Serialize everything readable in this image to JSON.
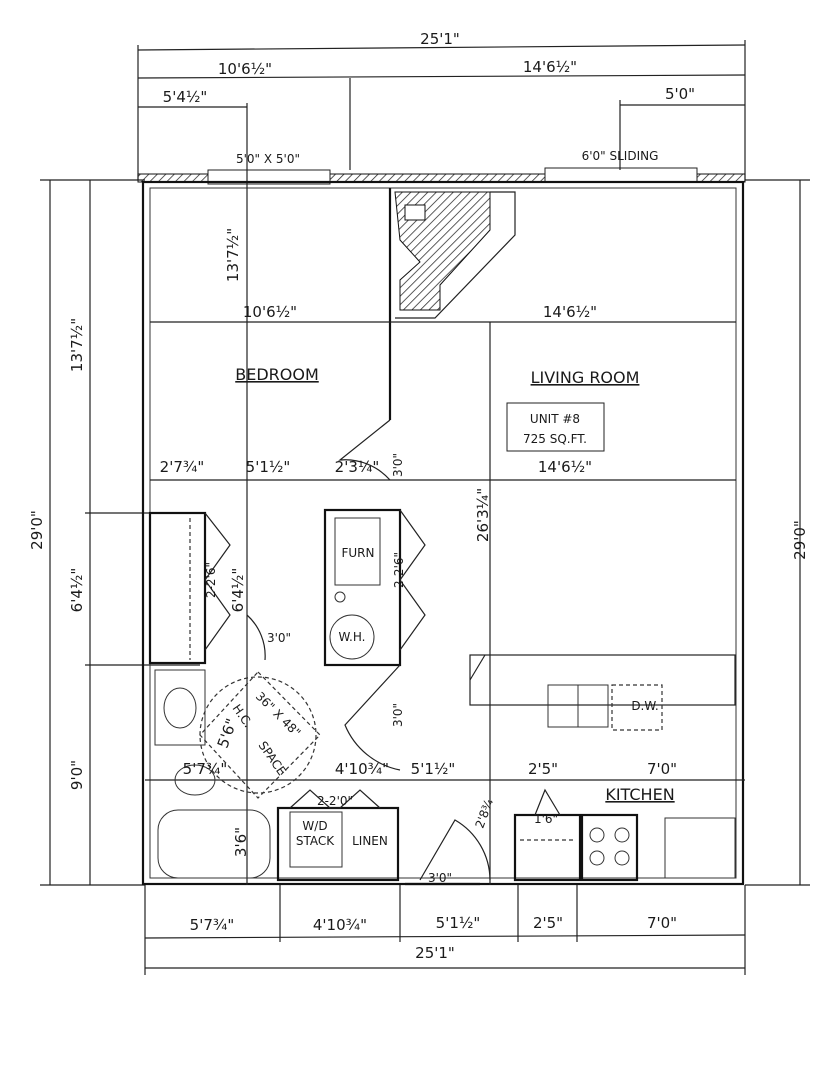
{
  "top_dims": {
    "overall": "25'1\"",
    "left_part": "10'6½\"",
    "right_part": "14'6½\"",
    "window_offset": "5'4½\"",
    "slider_offset": "5'0\"",
    "window": "5'0\" X 5'0\"",
    "sliding": "6'0\" SLIDING"
  },
  "side_dims": {
    "left_overall": "29'0\"",
    "left_upper": "13'7½\"",
    "left_mid": "6'4½\"",
    "left_lower": "9'0\"",
    "right_overall": "29'0\""
  },
  "rooms": {
    "bedroom": "BEDROOM",
    "living_room": "LIVING ROOM",
    "kitchen": "KITCHEN",
    "unit": "UNIT #8",
    "area": "725 SQ.FT.",
    "furnace": "FURN",
    "water_heater": "W.H.",
    "wd_stack_1": "W/D",
    "wd_stack_2": "STACK",
    "linen": "LINEN",
    "dishwasher": "D.W.",
    "hc_space_1": "H.C.",
    "hc_space_2": "SPACE",
    "hc_size": "36\" X 48\""
  },
  "interior_dims": {
    "bedroom_depth": "13'7½\"",
    "bedroom_width": "10'6½\"",
    "living_width": "14'6½\"",
    "closet_w": "2'7¾\"",
    "hall_w": "5'1½\"",
    "furn_w": "2'3¼\"",
    "furn_door": "3'0\"",
    "living_width_2": "14'6½\"",
    "living_depth": "26'3¼\"",
    "closet_doors": "2-2'6\"",
    "closet_depth": "6'4½\"",
    "furn_doors": "2-2'6\"",
    "bath_door": "3'0\"",
    "hall_door": "3'0\"",
    "hc_dia": "5'6\"",
    "bath_w": "5'7¾\"",
    "laundry_w": "4'10¾\"",
    "entry_w": "5'1½\"",
    "pantry_w": "2'5\"",
    "kitchen_w": "7'0\"",
    "laundry_doors": "2-2'0\"",
    "tub": "3'6\"",
    "entry_depth": "2'8¾",
    "pantry_door": "1'6\"",
    "entry_door": "3'0\""
  },
  "bottom_dims": {
    "bath": "5'7¾\"",
    "laundry": "4'10¾\"",
    "entry": "5'1½\"",
    "pantry": "2'5\"",
    "kitchen": "7'0\"",
    "overall": "25'1\""
  }
}
